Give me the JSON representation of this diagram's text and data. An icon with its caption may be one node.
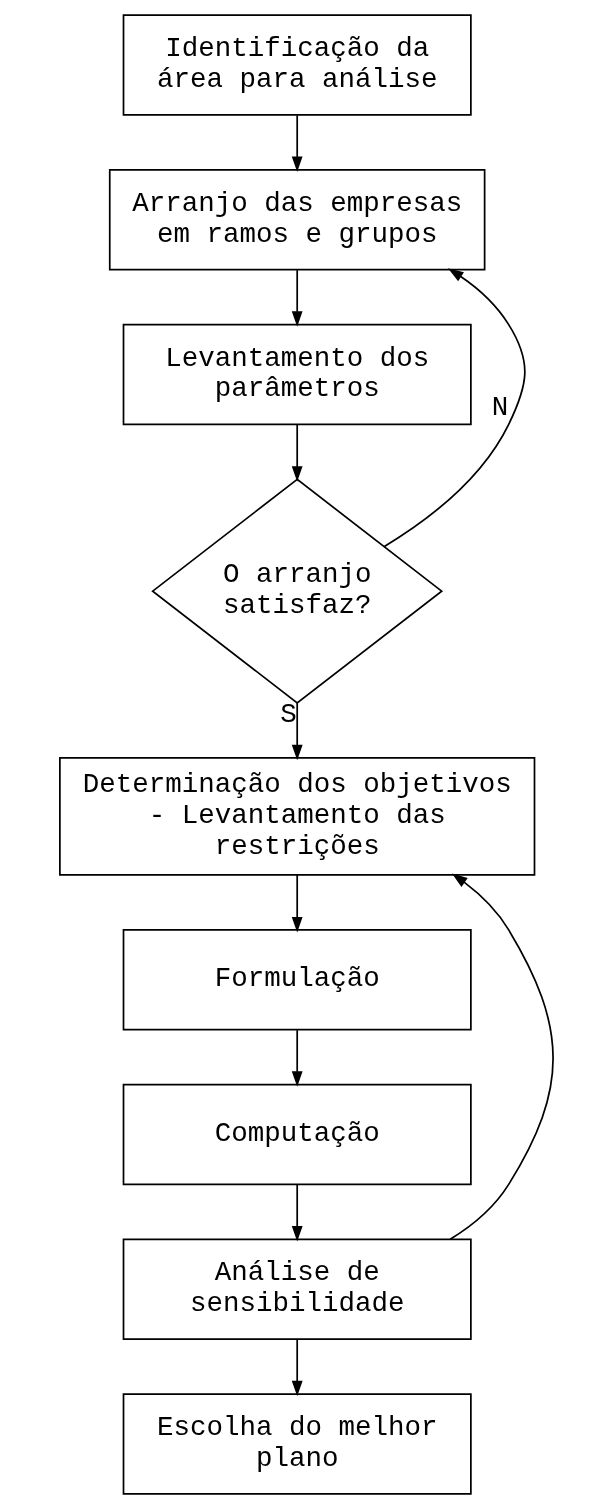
{
  "diagram": {
    "nodes": [
      {
        "text": [
          "Identificação da área para análise"
        ]
      },
      {
        "text": [
          "Arranjo das empresas em ramos e grupos"
        ]
      },
      {
        "text": [
          "Levantamento dos parâmetros"
        ]
      },
      {
        "text": [
          "O arranjo satisfaz?"
        ]
      },
      {
        "text": [
          "Determinação dos objetivos - Levantamento das restrições"
        ]
      },
      {
        "text": [
          "Formulação"
        ]
      },
      {
        "text": [
          "Computação"
        ]
      },
      {
        "text": [
          "Análise de sensibilidade"
        ]
      },
      {
        "text": [
          "Escolha do melhor plano"
        ]
      }
    ],
    "edges": [
      {
        "from": 0,
        "to": 1,
        "arrow": "to"
      },
      {
        "from": 1,
        "to": 2,
        "arrow": "to"
      },
      {
        "from": 2,
        "to": 3,
        "arrow": "to"
      },
      {
        "from": 3,
        "to": 1,
        "arrow": "to",
        "label": "N"
      },
      {
        "from": 3,
        "to": 4,
        "arrow": "to",
        "label": "S"
      },
      {
        "from": 4,
        "to": 5,
        "arrow": "to"
      },
      {
        "from": 5,
        "to": 6,
        "arrow": "to"
      },
      {
        "from": 6,
        "to": 7,
        "arrow": "to"
      },
      {
        "from": 7,
        "to": 4,
        "arrow": "to"
      },
      {
        "from": 7,
        "to": 8,
        "arrow": "to"
      }
    ]
  }
}
